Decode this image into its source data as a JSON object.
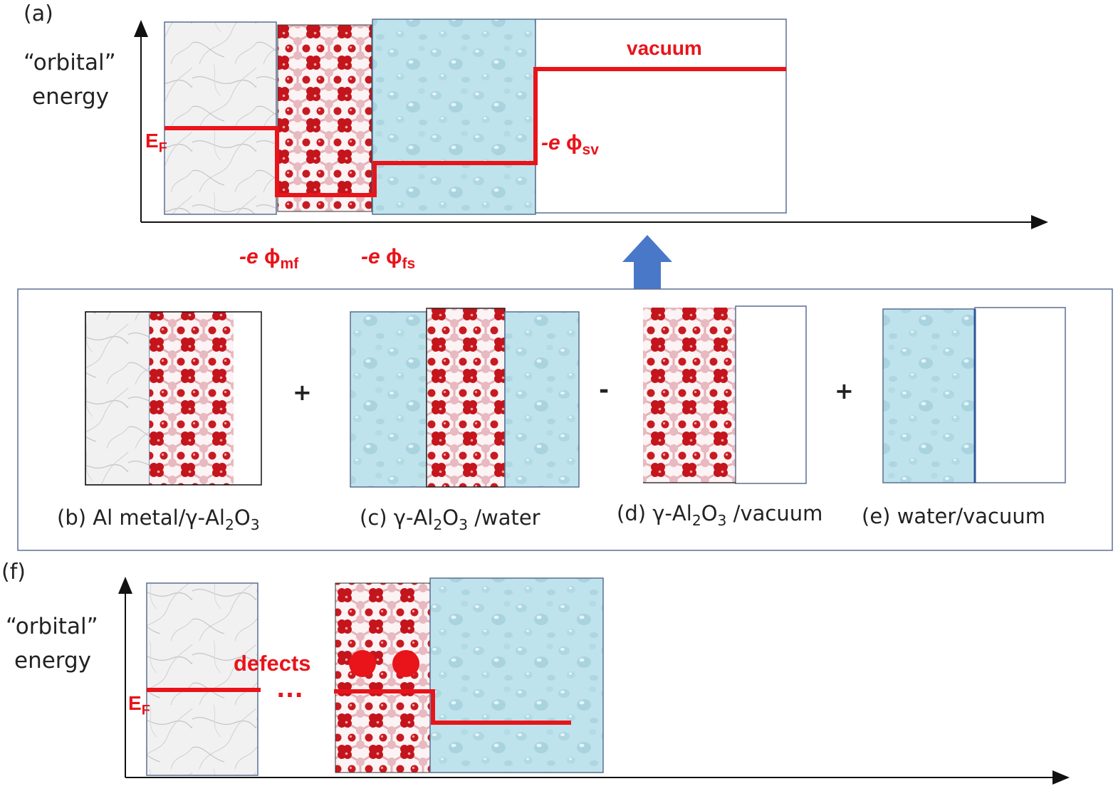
{
  "panel_a": {
    "tag": "(a)",
    "ylabel_line1": "“orbital”",
    "ylabel_line2": "energy",
    "fermi_label": "E",
    "fermi_sub": "F",
    "vacuum_label": "vacuum",
    "phi_sv_prefix": "-e ",
    "phi_sv_sub": "sv",
    "phi_mf_prefix": "-e ",
    "phi_mf_sub": "mf",
    "phi_fs_prefix": "-e ",
    "phi_fs_sub": "fs"
  },
  "panel_middle": {
    "op1": "+",
    "op2": "-",
    "op3": "+",
    "caption_b_prefix": "(b) Al metal/",
    "caption_b_mid": "-Al",
    "caption_c_prefix": "(c) ",
    "caption_c_mid": "-Al",
    "caption_c_suffix": " /water",
    "caption_d_prefix": "(d) ",
    "caption_d_mid": "-Al",
    "caption_d_suffix": " /vacuum",
    "caption_e": "(e) water/vacuum",
    "gamma": "γ",
    "sub2": "2",
    "o": "O",
    "sub3": "3",
    "phi": "ϕ"
  },
  "panel_f": {
    "tag": "(f)",
    "ylabel_line1": "“orbital”",
    "ylabel_line2": "energy",
    "fermi_label": "E",
    "fermi_sub": "F",
    "defects_label": "defects",
    "dots": "…"
  },
  "colors": {
    "line": "#e8141a",
    "water": "#bfe3ec",
    "box_border": "#5a6f92",
    "arrow": "#4a78c8",
    "oxygen": "#c4141c",
    "aluminum": "#e7b6bd"
  }
}
